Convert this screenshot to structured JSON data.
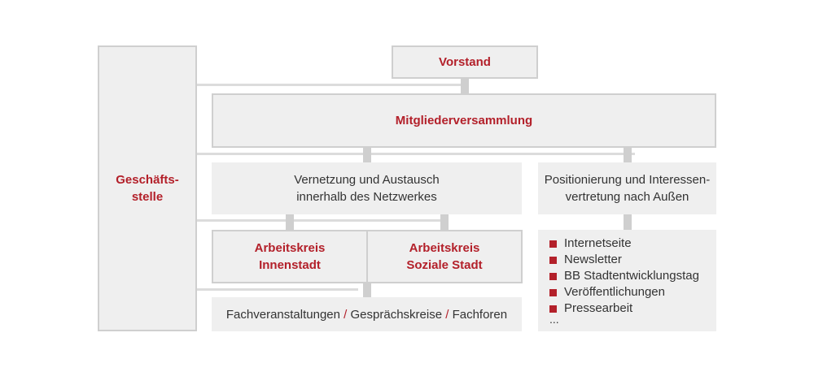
{
  "vorstand": "Vorstand",
  "mitgliederversammlung": "Mitgliederversammlung",
  "geschaeftsstelle": {
    "line1": "Geschäfts-",
    "line2": "stelle"
  },
  "vernetzung": {
    "line1": "Vernetzung und Austausch",
    "line2": "innerhalb des Netzwerkes"
  },
  "positionierung": {
    "line1": "Positionierung und Interessen-",
    "line2": "vertretung nach Außen"
  },
  "ak_innenstadt": {
    "line1": "Arbeitskreis",
    "line2": "Innenstadt"
  },
  "ak_soziale_stadt": {
    "line1": "Arbeitskreis",
    "line2": "Soziale Stadt"
  },
  "formate": {
    "part1": "Fachveranstaltungen",
    "sep1": " / ",
    "part2": "Gesprächskreise",
    "sep2": " / ",
    "part3": "Fachforen"
  },
  "aktivitaeten": [
    "Internetseite",
    "Newsletter",
    "BB Stadtentwicklungstag",
    "Veröffentlichungen",
    "Pressearbeit"
  ],
  "aktivitaeten_more": "...",
  "colors": {
    "accent": "#b3202a",
    "box": "#efefef",
    "border": "#cfcfcf",
    "text": "#333333"
  }
}
